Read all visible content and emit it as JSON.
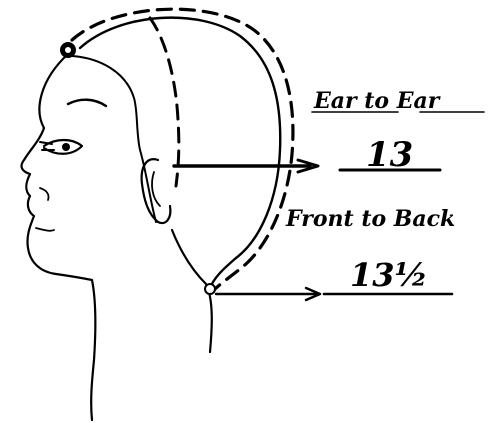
{
  "labels": {
    "ear_to_ear": "Ear to Ear",
    "ear_to_ear_value": "13",
    "front_to_back": "Front to Back",
    "front_to_back_value": "13½"
  },
  "colors": {
    "ink": "#000000",
    "paper": "#ffffff"
  }
}
